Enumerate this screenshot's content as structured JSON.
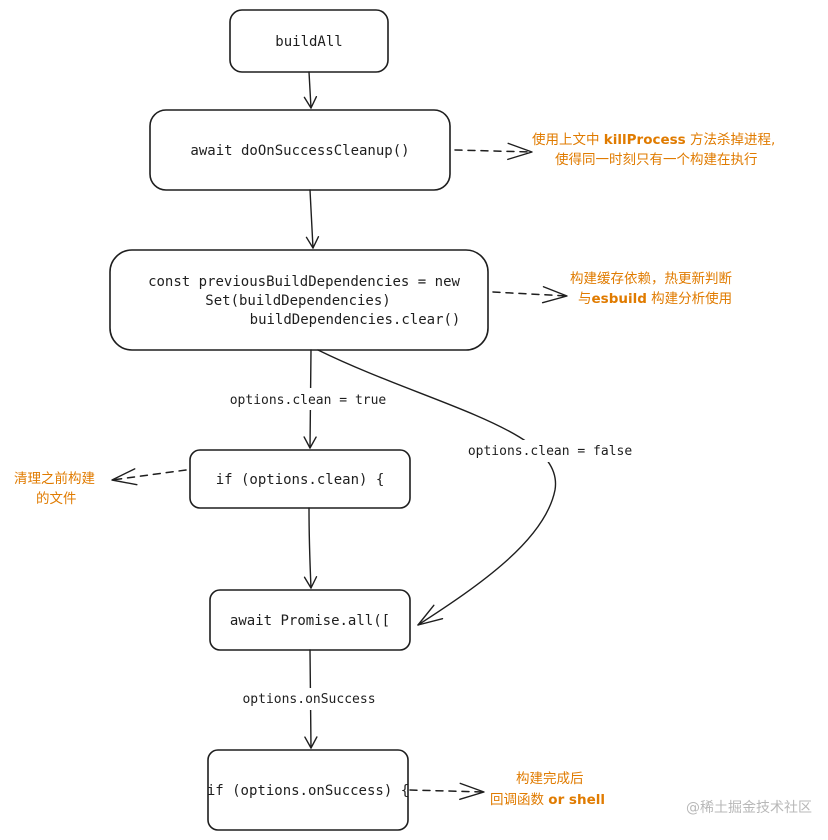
{
  "nodes": {
    "build_all": "buildAll",
    "cleanup": "await doOnSuccessCleanup()",
    "deps_line1": "const previousBuildDependencies = new",
    "deps_line2": "Set(buildDependencies)",
    "deps_line3": "buildDependencies.clear()",
    "if_clean": "if (options.clean) {",
    "promise_all": "await Promise.all([",
    "if_success": "if (options.onSuccess) {"
  },
  "edges": {
    "clean_true": "options.clean = true",
    "clean_false": "options.clean = false",
    "on_success": "options.onSuccess"
  },
  "notes": {
    "cleanup_line1_a": "使用上文中 ",
    "cleanup_line1_b": "killProcess",
    "cleanup_line1_c": " 方法杀掉进程,",
    "cleanup_line2": "使得同一时刻只有一个构建在执行",
    "deps_line1": "构建缓存依赖，热更新判断",
    "deps_line2_a": "与",
    "deps_line2_b": "esbuild",
    "deps_line2_c": " 构建分析使用",
    "clean_line1": "清理之前构建",
    "clean_line2": "的文件",
    "success_line1": "构建完成后",
    "success_line2_a": "回调函数 ",
    "success_line2_b": "or shell"
  },
  "watermark": "@稀土掘金技术社区",
  "colors": {
    "note": "#e07b00",
    "stroke": "#1e1e1e",
    "watermark": "#b8b8b8"
  }
}
